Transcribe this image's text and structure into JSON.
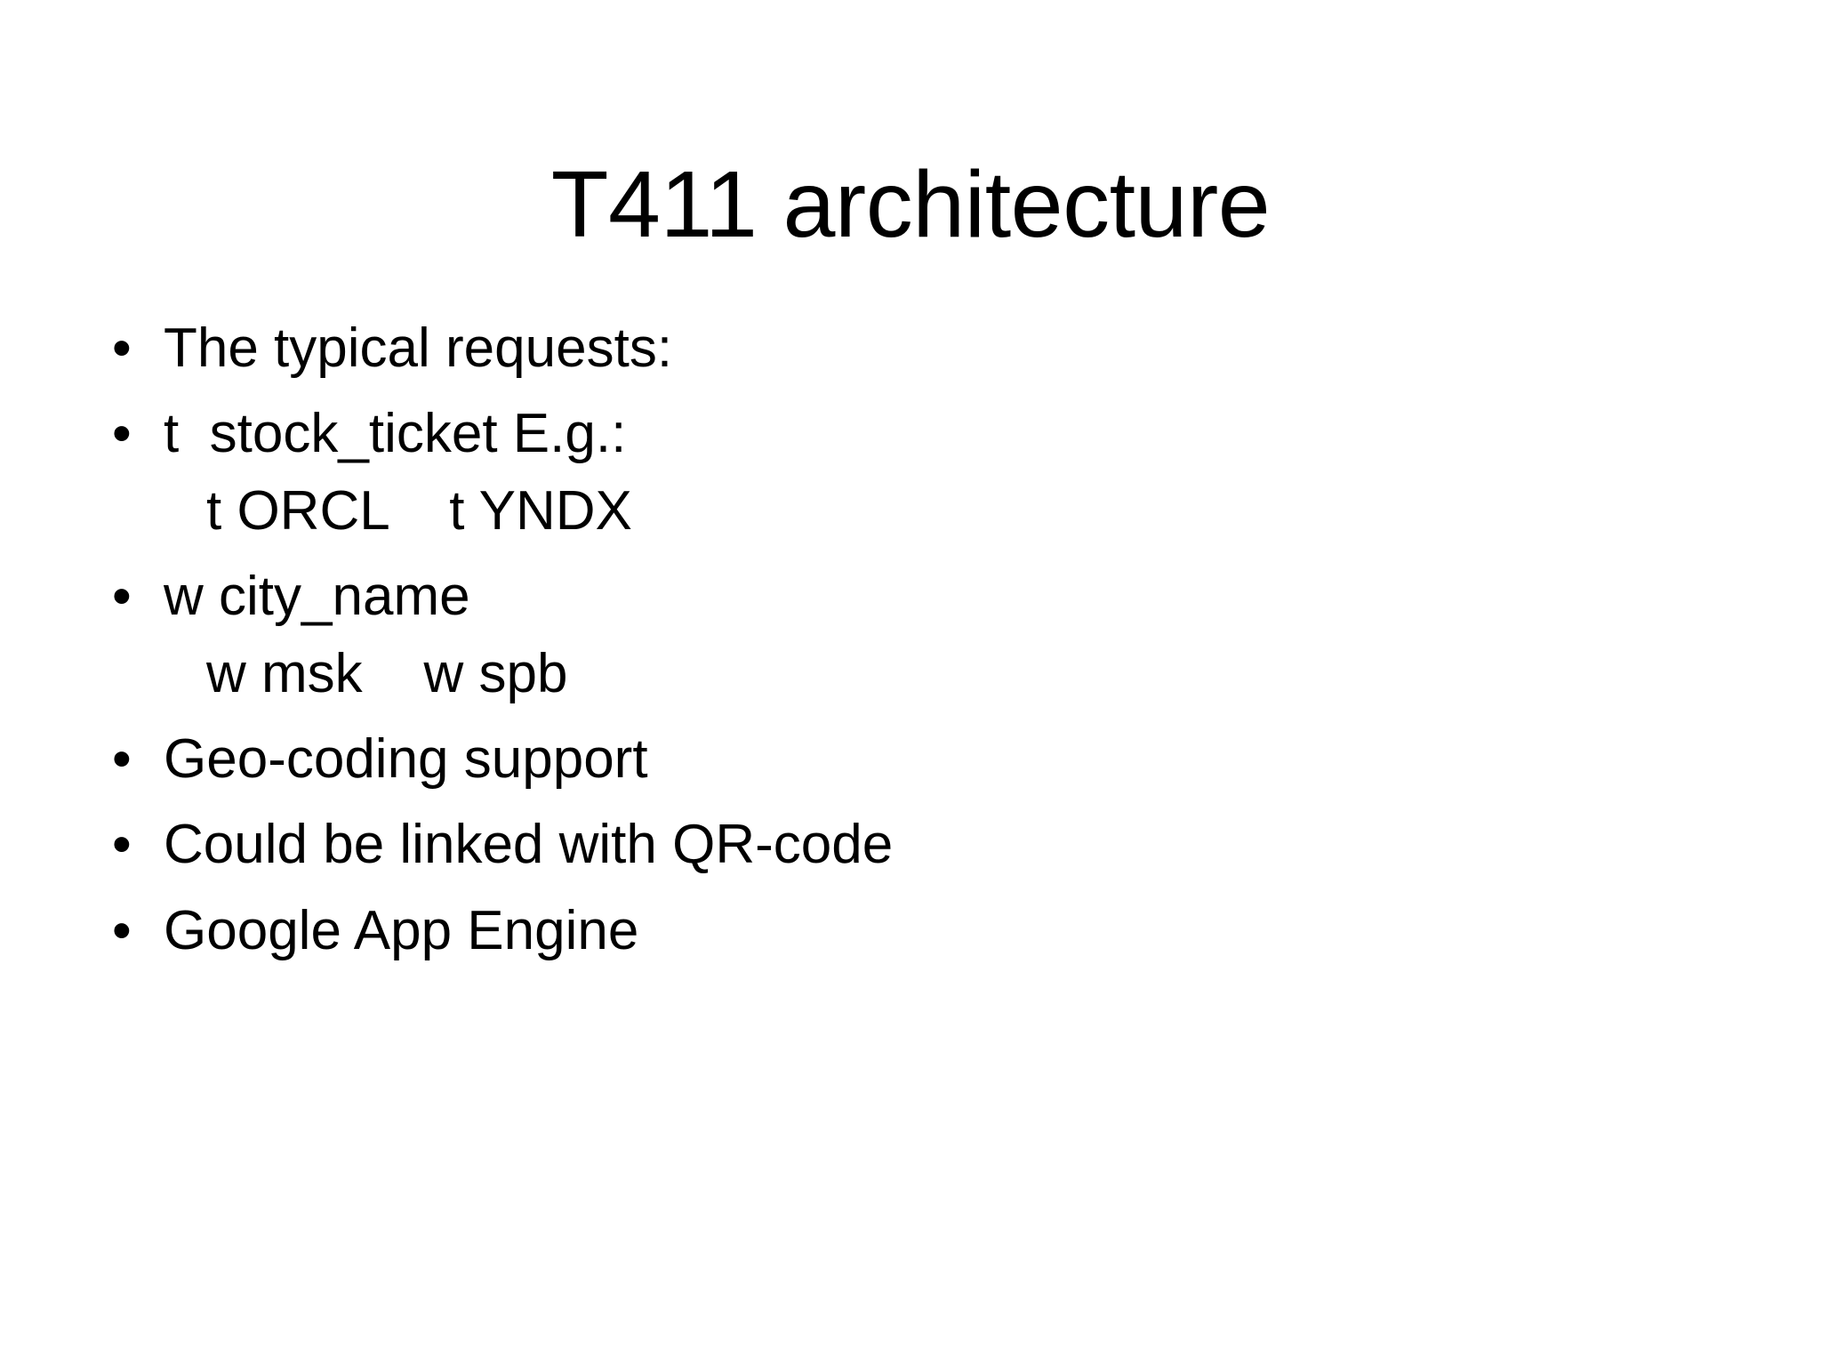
{
  "slide": {
    "title": "T411 architecture",
    "background_color": "#ffffff",
    "text_color": "#000000",
    "bullet_marker": "•",
    "bullets": [
      {
        "text": "The typical requests:",
        "continuation": null
      },
      {
        "text": "t  stock_ticket E.g.:",
        "continuation": "t ORCL    t YNDX"
      },
      {
        "text": "w city_name",
        "continuation": "w msk    w spb"
      },
      {
        "text": "Geo-coding support",
        "continuation": null
      },
      {
        "text": "Could be linked with QR-code",
        "continuation": null
      },
      {
        "text": "Google App Engine",
        "continuation": null
      }
    ]
  }
}
